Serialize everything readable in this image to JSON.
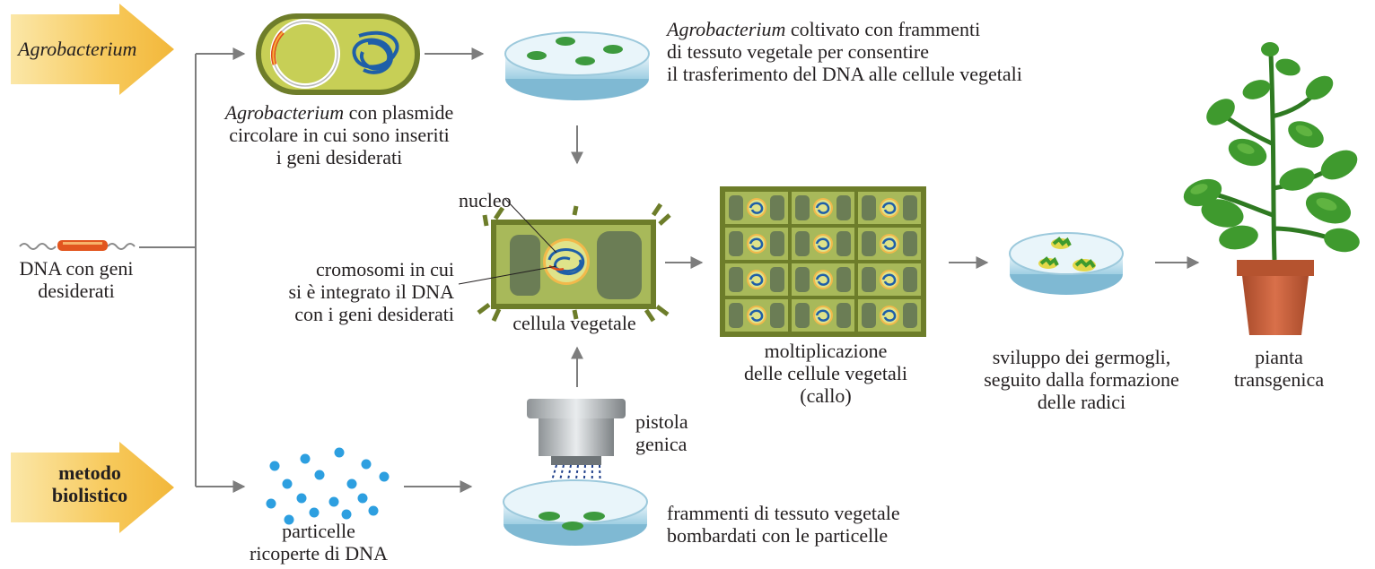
{
  "colors": {
    "arrow_fill": "#f7c95b",
    "connector": "#7d7d7d",
    "cell_wall": "#6d7d2a",
    "cell_inner": "#6b7d55",
    "dna_blue": "#2b6bb5",
    "dish_green": "#3d9a3e",
    "plant_green": "#3f9a2e",
    "pot": "#c85f3a"
  },
  "inputs": {
    "agrobacterium": "Agrobacterium",
    "biolistic_line1": "metodo",
    "biolistic_line2": "biolistico"
  },
  "dna": {
    "line1": "DNA  con geni",
    "line2": "desiderati"
  },
  "agro_bacterium": {
    "name": "Agrobacterium",
    "line1_rest": " con plasmide",
    "line2": "circolare in cui sono inseriti",
    "line3": "i geni desiderati"
  },
  "agro_culture": {
    "name": "Agrobacterium",
    "line1_rest": " coltivato con frammenti",
    "line2": "di tessuto vegetale per consentire",
    "line3": "il trasferimento del DNA alle cellule vegetali"
  },
  "cell": {
    "nucleus": "nucleo",
    "chromo_line1": "cromosomi in cui",
    "chromo_line2": "si è integrato il DNA",
    "chromo_line3": "con i geni desiderati",
    "caption": "cellula vegetale"
  },
  "callus": {
    "line1": "moltiplicazione",
    "line2": "delle cellule vegetali",
    "line3": "(callo)"
  },
  "shoots": {
    "line1": "sviluppo dei germogli,",
    "line2": "seguito dalla formazione",
    "line3": "delle radici"
  },
  "plant": {
    "line1": "pianta",
    "line2": "transgenica"
  },
  "particles": {
    "line1": "particelle",
    "line2": "ricoperte di DNA"
  },
  "gene_gun": {
    "line1": "pistola",
    "line2": "genica"
  },
  "bombarded": {
    "line1": "frammenti di tessuto vegetale",
    "line2": "bombardati con le particelle"
  }
}
